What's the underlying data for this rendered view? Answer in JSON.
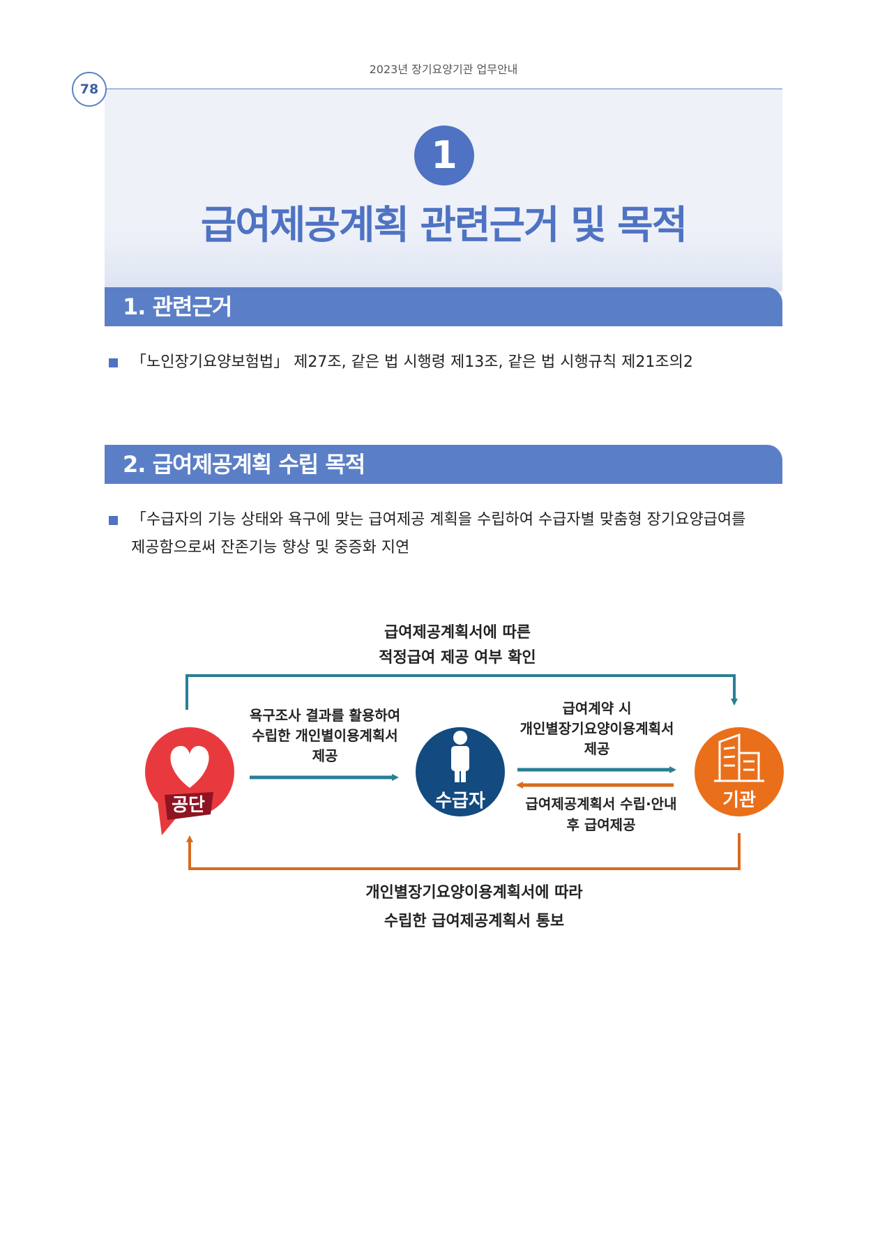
{
  "running_head": "2023년 장기요양기관 업무안내",
  "page_number": "78",
  "chapter": {
    "number": "1",
    "title": "급여제공계획 관련근거 및 목적"
  },
  "section1": {
    "title": "1. 관련근거",
    "bullet": "「노인장기요양보험법」 제27조, 같은 법 시행령 제13조, 같은 법 시행규칙 제21조의2"
  },
  "section2": {
    "title": "2. 급여제공계획 수립 목적",
    "bullet_line1": "「수급자의 기능 상태와 욕구에 맞는 급여제공 계획을 수립하여 수급자별 맞춤형 장기요양급여를",
    "bullet_line2": "제공함으로써 잔존기능 향상 및 중증화 지연"
  },
  "diagram": {
    "top_label_1": "급여제공계획서에 따른",
    "top_label_2": "적정급여 제공 여부 확인",
    "left_arrow_1": "욕구조사 결과를 활용하여",
    "left_arrow_2": "수립한 개인별이용계획서",
    "left_arrow_3": "제공",
    "right_top_1": "급여계약 시",
    "right_top_2": "개인별장기요양이용계획서",
    "right_top_3": "제공",
    "right_bottom_1": "급여제공계획서 수립·안내",
    "right_bottom_2": "후 급여제공",
    "bottom_label_1": "개인별장기요양이용계획서에 따라",
    "bottom_label_2": "수립한 급여제공계획서 통보",
    "node_left": "공단",
    "node_center": "수급자",
    "node_right": "기관",
    "colors": {
      "left_node": "#e83a3e",
      "center_node": "#134a7f",
      "right_node": "#ea6f1a",
      "teal_arrow": "#2a7f96",
      "orange_arrow": "#d86b1d"
    }
  }
}
